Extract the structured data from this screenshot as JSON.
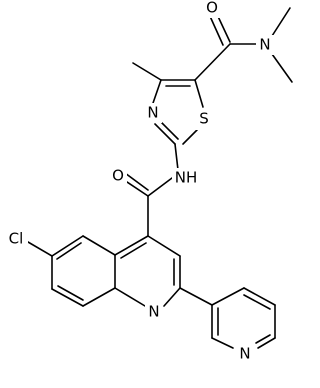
{
  "molecule": {
    "atoms": [
      {
        "id": "O1",
        "label": "O"
      },
      {
        "id": "N1",
        "label": "N"
      },
      {
        "id": "N2",
        "label": "N"
      },
      {
        "id": "S1",
        "label": "S"
      },
      {
        "id": "O2",
        "label": "O"
      },
      {
        "id": "NH",
        "label": "NH"
      },
      {
        "id": "Cl1",
        "label": "Cl"
      },
      {
        "id": "N3",
        "label": "N"
      },
      {
        "id": "N4",
        "label": "N"
      }
    ],
    "bond_color": "#000000",
    "background": "#ffffff"
  }
}
